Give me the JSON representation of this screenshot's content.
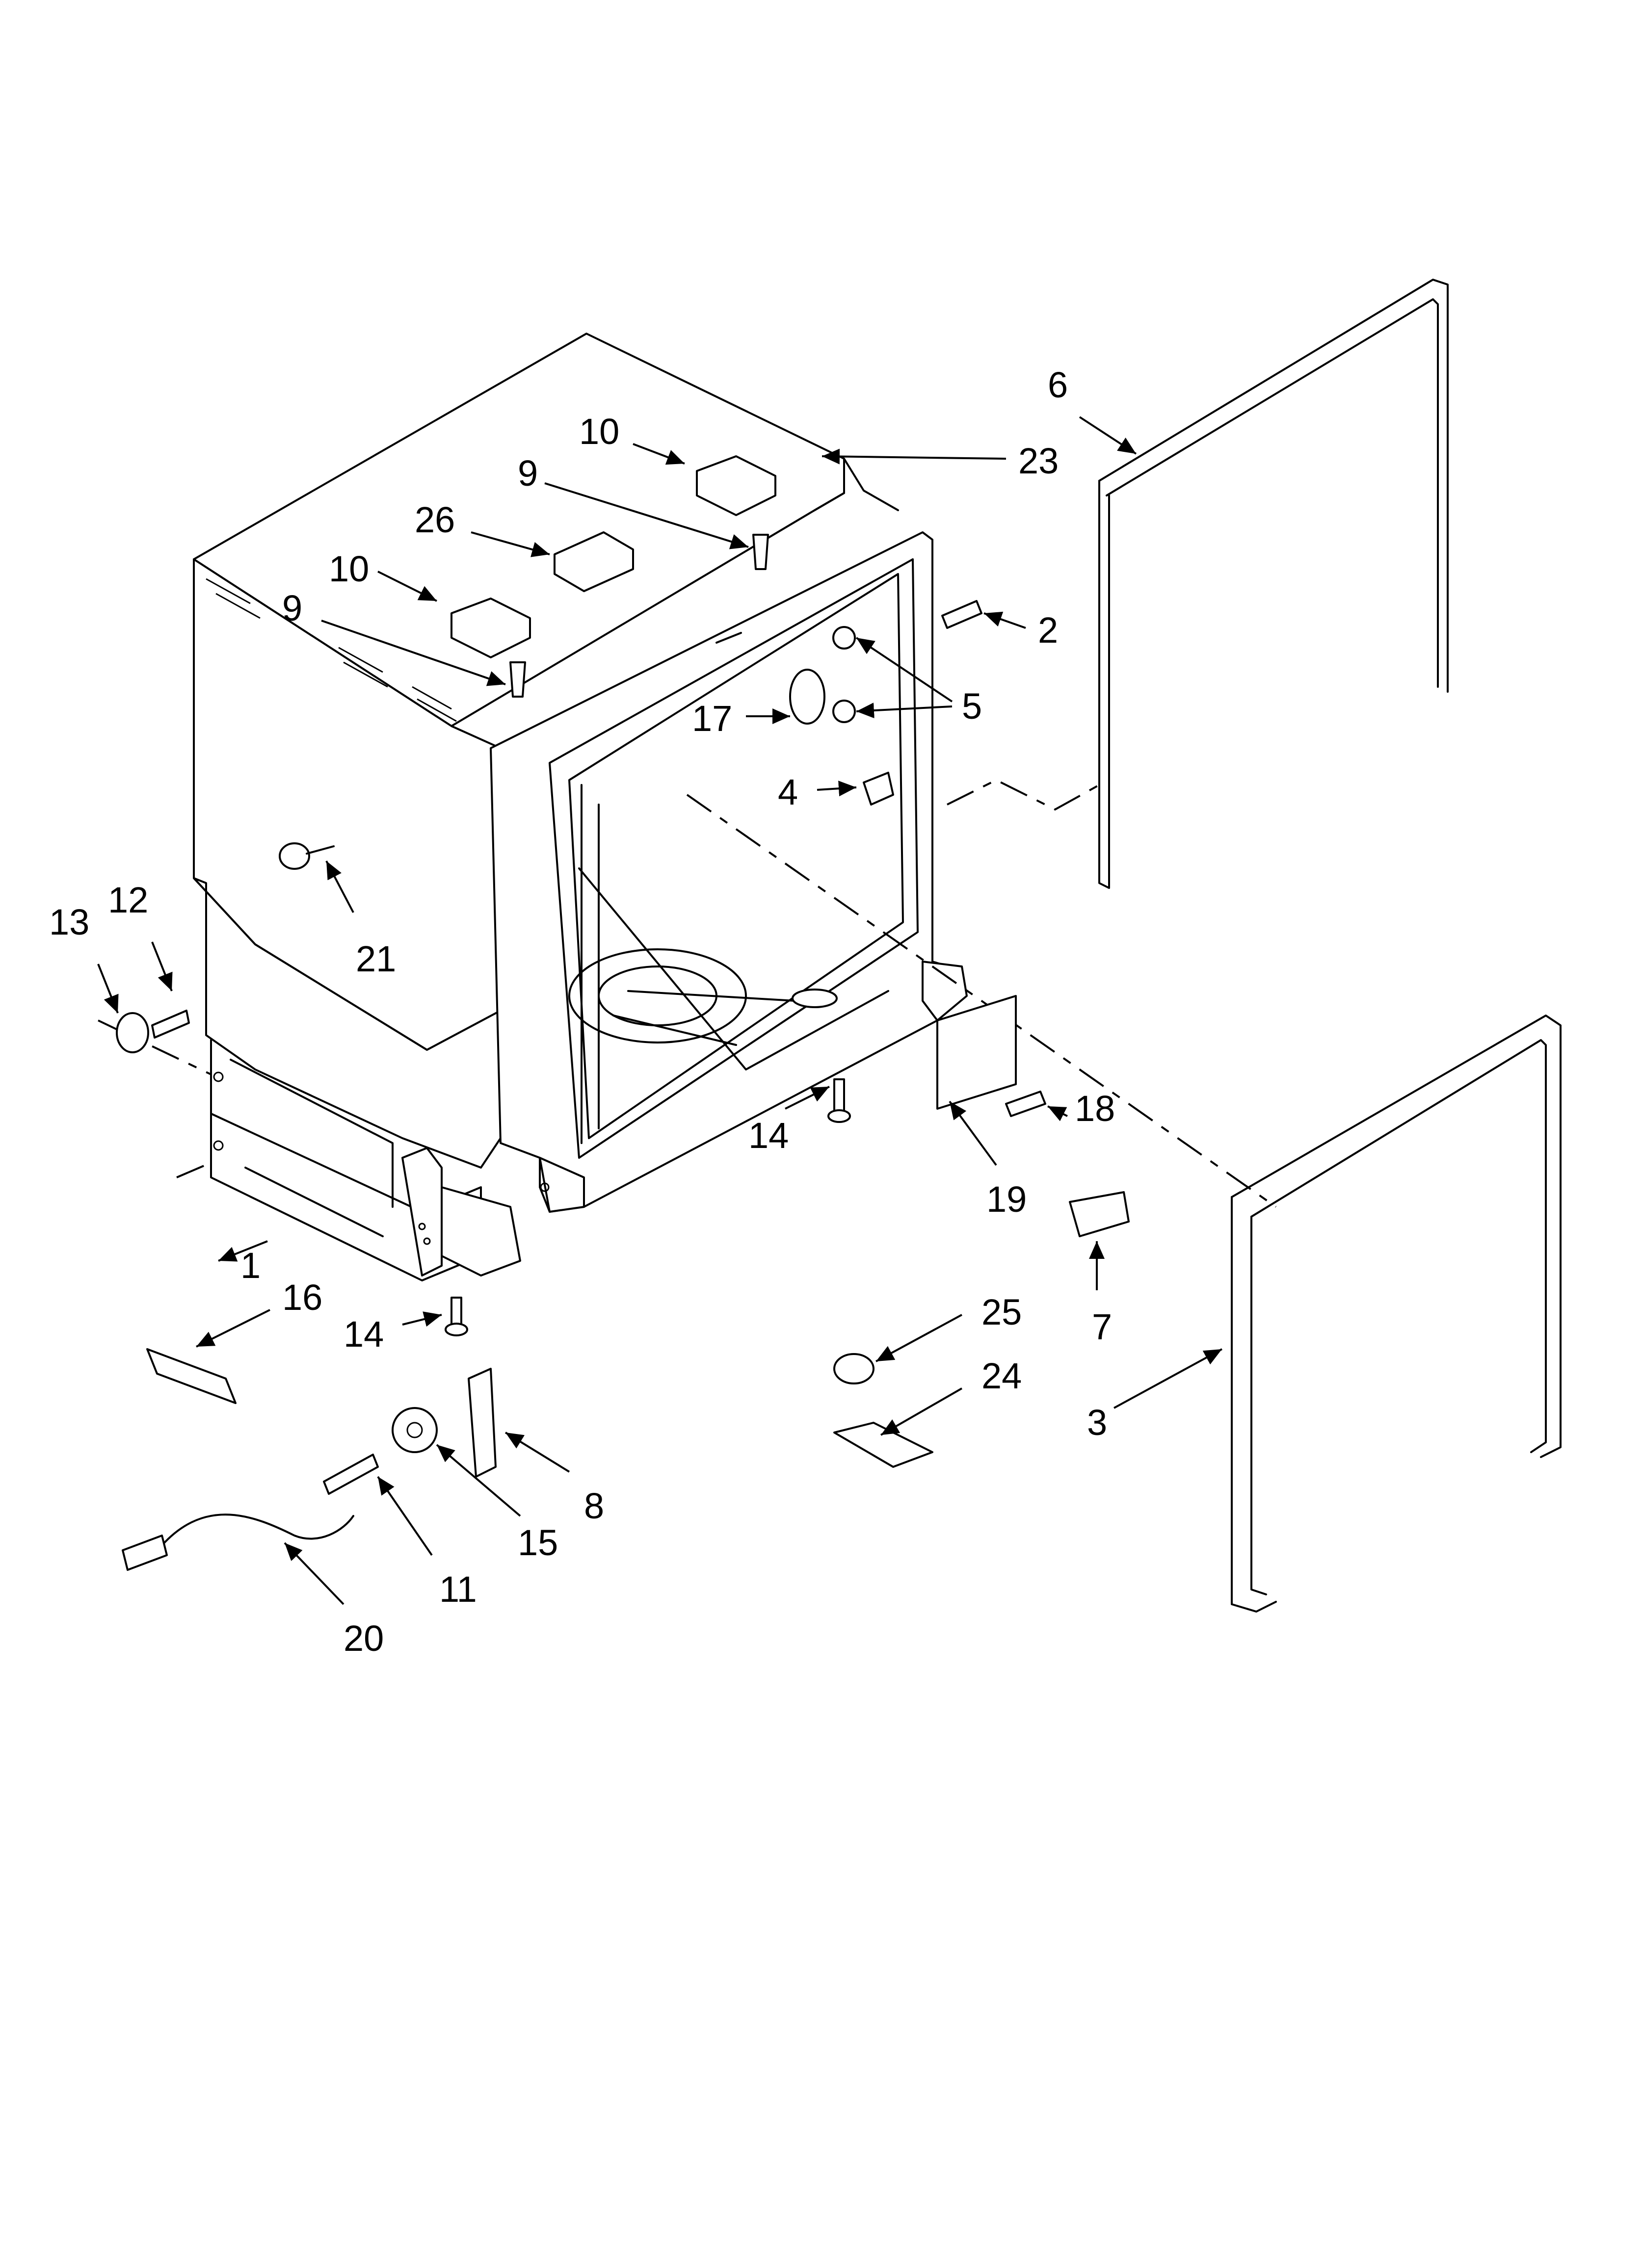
{
  "diagram": {
    "callouts": [
      {
        "id": "c1",
        "text": "1"
      },
      {
        "id": "c2",
        "text": "2"
      },
      {
        "id": "c3",
        "text": "3"
      },
      {
        "id": "c4",
        "text": "4"
      },
      {
        "id": "c5",
        "text": "5"
      },
      {
        "id": "c6",
        "text": "6"
      },
      {
        "id": "c7",
        "text": "7"
      },
      {
        "id": "c8",
        "text": "8"
      },
      {
        "id": "c9a",
        "text": "9"
      },
      {
        "id": "c9b",
        "text": "9"
      },
      {
        "id": "c10a",
        "text": "10"
      },
      {
        "id": "c10b",
        "text": "10"
      },
      {
        "id": "c11",
        "text": "11"
      },
      {
        "id": "c12",
        "text": "12"
      },
      {
        "id": "c13",
        "text": "13"
      },
      {
        "id": "c14a",
        "text": "14"
      },
      {
        "id": "c14b",
        "text": "14"
      },
      {
        "id": "c15",
        "text": "15"
      },
      {
        "id": "c16",
        "text": "16"
      },
      {
        "id": "c17",
        "text": "17"
      },
      {
        "id": "c18",
        "text": "18"
      },
      {
        "id": "c19",
        "text": "19"
      },
      {
        "id": "c20",
        "text": "20"
      },
      {
        "id": "c21",
        "text": "21"
      },
      {
        "id": "c23",
        "text": "23"
      },
      {
        "id": "c24",
        "text": "24"
      },
      {
        "id": "c25",
        "text": "25"
      },
      {
        "id": "c26",
        "text": "26"
      }
    ]
  }
}
